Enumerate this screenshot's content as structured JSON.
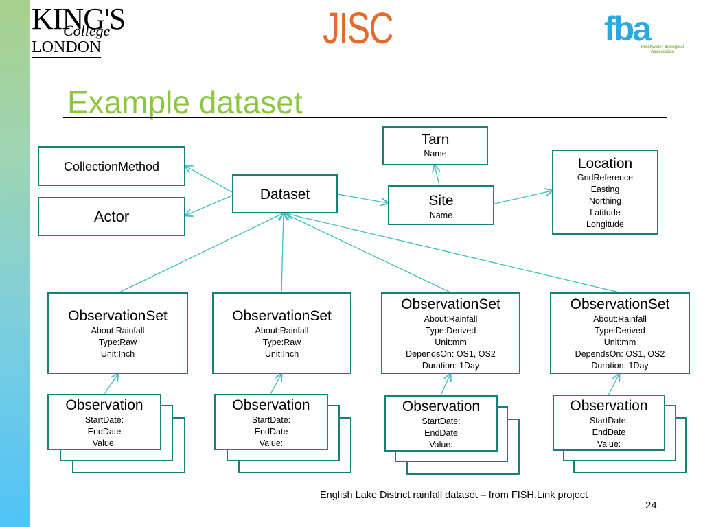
{
  "logos": {
    "kcl": {
      "line1": "KING'S",
      "line2": "College",
      "line3": "LONDON"
    },
    "jisc": "JISC",
    "fba": {
      "name": "fba",
      "subtitle": "Freshwater Biological Association"
    }
  },
  "title": "Example dataset",
  "colors": {
    "title": "#8dc63f",
    "box_border": "#16807a",
    "arrow": "#3fbfbf"
  },
  "nodes": {
    "tarn": {
      "title": "Tarn",
      "attrs": [
        "Name"
      ]
    },
    "site": {
      "title": "Site",
      "attrs": [
        "Name"
      ]
    },
    "location": {
      "title": "Location",
      "attrs": [
        "GridReference",
        "Easting",
        "Northing",
        "Latitude",
        "Longitude"
      ]
    },
    "dataset": {
      "title": "Dataset"
    },
    "collection_method": {
      "title": "CollectionMethod"
    },
    "actor": {
      "title": "Actor"
    },
    "obs_sets": [
      {
        "title": "ObservationSet",
        "attrs": [
          "About:Rainfall",
          "Type:Raw",
          "Unit:Inch"
        ]
      },
      {
        "title": "ObservationSet",
        "attrs": [
          "About:Rainfall",
          "Type:Raw",
          "Unit:Inch"
        ]
      },
      {
        "title": "ObservationSet",
        "attrs": [
          "About:Rainfall",
          "Type:Derived",
          "Unit:mm",
          "DependsOn: OS1, OS2",
          "Duration: 1Day"
        ]
      },
      {
        "title": "ObservationSet",
        "attrs": [
          "About:Rainfall",
          "Type:Derived",
          "Unit:mm",
          "DependsOn: OS1, OS2",
          "Duration: 1Day"
        ]
      }
    ],
    "observations": [
      {
        "title": "Observation",
        "attrs": [
          "StartDate:",
          "EndDate",
          "Value:"
        ]
      },
      {
        "title": "Observation",
        "attrs": [
          "StartDate:",
          "EndDate",
          "Value:"
        ]
      },
      {
        "title": "Observation",
        "attrs": [
          "StartDate:",
          "EndDate",
          "Value:"
        ]
      },
      {
        "title": "Observation",
        "attrs": [
          "StartDate:",
          "EndDate",
          "Value:"
        ]
      }
    ]
  },
  "footer": "English Lake District rainfall dataset – from FISH.Link project",
  "page_number": "24"
}
